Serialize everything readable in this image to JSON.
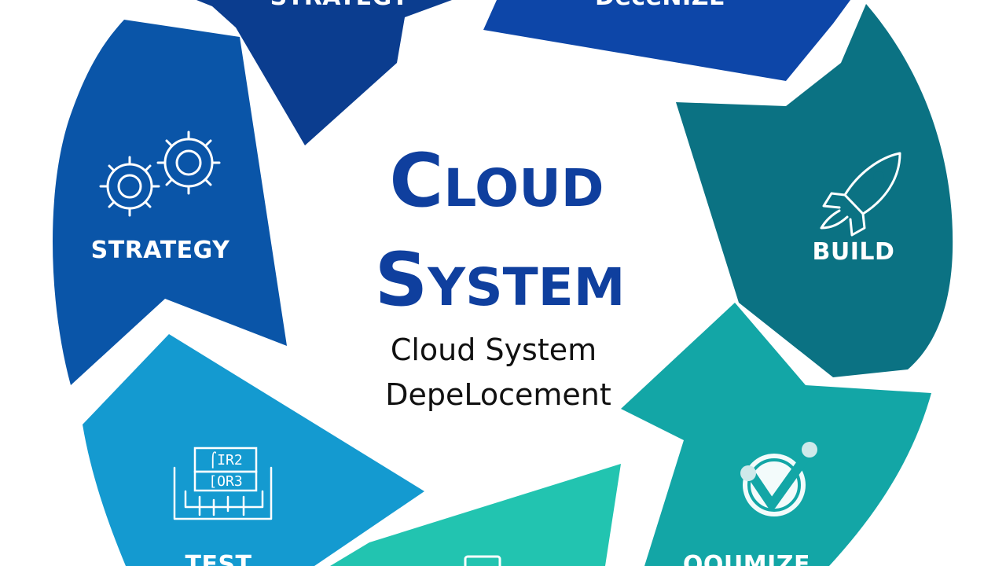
{
  "diagram": {
    "title_line1": "Cloud",
    "title_line2": "System",
    "subtitle_line1": "Cloud System",
    "subtitle_line2": "DepeLocement",
    "colors": {
      "title": "#0f3f9e",
      "strategy_top": "#0b3d8f",
      "centralize": "#0d46a8",
      "strategy": "#0a55a8",
      "build": "#0b7283",
      "optimize": "#13a6a6",
      "deploy": "#22c4b0",
      "test": "#149ad0"
    },
    "segments": [
      {
        "id": "strategy-top",
        "label": "STRATEGY",
        "icon": "none"
      },
      {
        "id": "centralize",
        "label": "DeceNIZE",
        "icon": "none"
      },
      {
        "id": "build",
        "label": "BUILD",
        "icon": "rocket-icon"
      },
      {
        "id": "optimize",
        "label": "OQUMIZE",
        "icon": "checkmark-icon"
      },
      {
        "id": "deploy",
        "label": "",
        "icon": "monitor-icon"
      },
      {
        "id": "test",
        "label": "TEST",
        "icon": "circuit-icon"
      },
      {
        "id": "strategy",
        "label": "STRATEGY",
        "icon": "gears-icon"
      }
    ],
    "icon_glyph_text": {
      "line1": "⌠IR2",
      "line2": "[OR3"
    }
  }
}
